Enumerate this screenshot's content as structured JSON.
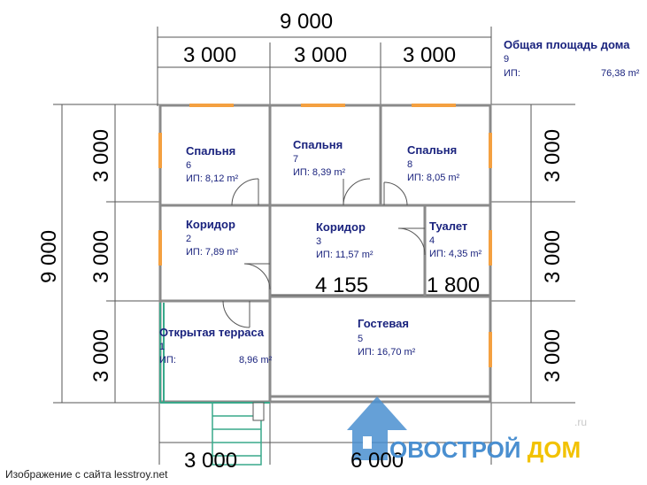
{
  "dimensions": {
    "top_total": "9 000",
    "top_segments": [
      "3 000",
      "3 000",
      "3 000"
    ],
    "left_total": "9 000",
    "left_segments": [
      "3 000",
      "3 000",
      "3 000"
    ],
    "right_segments": [
      "3 000",
      "3 000",
      "3 000"
    ],
    "bottom_segments": [
      "3 000",
      "6 000"
    ],
    "inner_4155": "4 155",
    "inner_1800": "1 800"
  },
  "total": {
    "title": "Общая площадь дома",
    "number": "9",
    "ip_label": "ИП:",
    "value": "76,38 m²"
  },
  "rooms": [
    {
      "name": "Спальня",
      "number": "6",
      "area": "ИП: 8,12 m²"
    },
    {
      "name": "Спальня",
      "number": "7",
      "area": "ИП: 8,39 m²"
    },
    {
      "name": "Спальня",
      "number": "8",
      "area": "ИП: 8,05 m²"
    },
    {
      "name": "Коридор",
      "number": "2",
      "area": "ИП: 7,89 m²"
    },
    {
      "name": "Коридор",
      "number": "3",
      "area": "ИП: 11,57 m²"
    },
    {
      "name": "Туалет",
      "number": "4",
      "area": "ИП: 4,35 m²"
    },
    {
      "name": "Открытая терраса",
      "number": "1",
      "ip_label": "ИП:",
      "area_value": "8,96 m²"
    },
    {
      "name": "Гостевая",
      "number": "5",
      "area": "ИП: 16,70 m²"
    }
  ],
  "source": "Изображение с сайта lesstroy.net",
  "logo": {
    "part1": "ОВОСТРОЙ",
    "part2": "ДОМ",
    "sup": ".ru"
  },
  "colors": {
    "wall": "#8a8a8a",
    "window": "#f4a040",
    "terrace": "#39a88a",
    "text_blue": "#1a237e",
    "logo_blue": "#4a8fd0",
    "logo_yellow": "#f2c200"
  }
}
